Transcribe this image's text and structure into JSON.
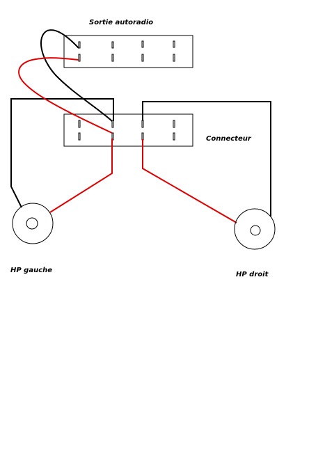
{
  "labels": {
    "radio_output": "Sortie autoradio",
    "connector": "Connecteur",
    "speaker_left": "HP gauche",
    "speaker_right": "HP droit"
  },
  "colors": {
    "background": "#ffffff",
    "outline": "#000000",
    "wire_black": "#000000",
    "wire_red": "#e00000"
  }
}
